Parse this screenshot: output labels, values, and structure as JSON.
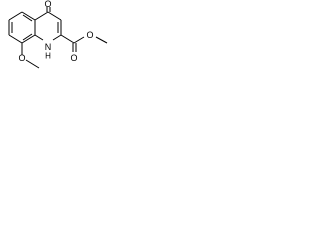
{
  "molecule": {
    "atoms": {
      "oxygen_ketone": "O",
      "oxygen_methoxy": "O",
      "nitrogen_h": "N",
      "hydrogen_nh": "H",
      "oxygen_ester_double": "O",
      "oxygen_ester_single": "O"
    }
  }
}
